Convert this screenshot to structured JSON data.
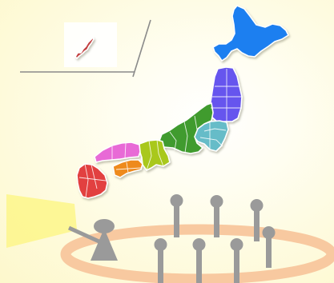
{
  "title": "",
  "regions": [
    {
      "id": "hokkaido",
      "color": "#1e7ff0"
    },
    {
      "id": "tohoku",
      "color": "#6655ee"
    },
    {
      "id": "kanto",
      "color": "#66bcc8"
    },
    {
      "id": "chubu",
      "color": "#3f9b2f"
    },
    {
      "id": "kinki",
      "color": "#a9c81e"
    },
    {
      "id": "chugoku",
      "color": "#e86ad6"
    },
    {
      "id": "shikoku",
      "color": "#ee8a1e"
    },
    {
      "id": "kyushu",
      "color": "#e23f3f"
    },
    {
      "id": "okinawa",
      "color": "#c24141"
    }
  ],
  "figure": {
    "spotlight_color": "#fdf68a",
    "ring_color": "#f8c9a0",
    "post_color": "#9a9a9a"
  }
}
